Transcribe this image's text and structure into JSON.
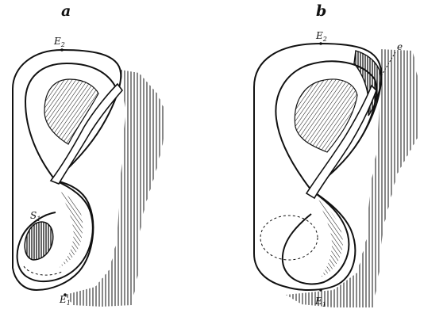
{
  "figure_a": {
    "panel_label": "a",
    "top_point": {
      "letter": "E",
      "index": "2"
    },
    "bottom_point": {
      "letter": "E",
      "index": "1"
    },
    "inner_point": {
      "letter": "S",
      "index": "1"
    }
  },
  "figure_b": {
    "panel_label": "b",
    "top_point": {
      "letter": "E",
      "index": "2"
    },
    "bottom_point": {
      "letter": "E",
      "index": "1"
    },
    "edge_label": "e"
  },
  "colors": {
    "ink": "#111111",
    "paper": "#ffffff"
  }
}
